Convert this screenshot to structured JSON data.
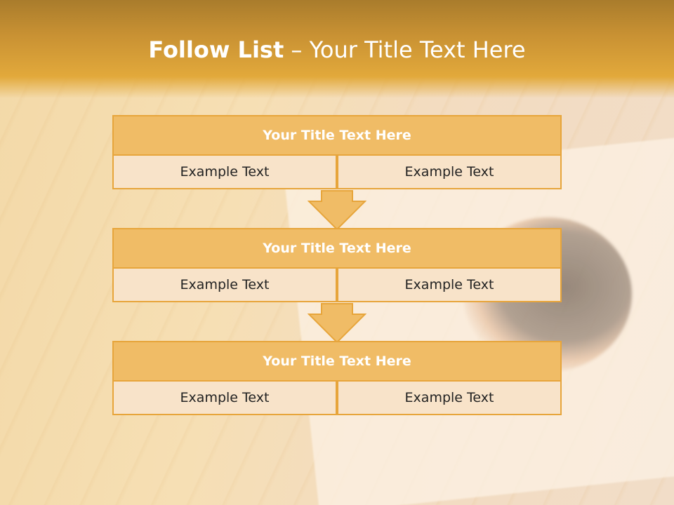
{
  "slide": {
    "title_bold": "Follow List",
    "title_rest": " – Your Title Text Here"
  },
  "steps": [
    {
      "title": "Your Title Text Here",
      "left": "Example Text",
      "right": "Example Text"
    },
    {
      "title": "Your Title Text Here",
      "left": "Example Text",
      "right": "Example Text"
    },
    {
      "title": "Your Title Text Here",
      "left": "Example Text",
      "right": "Example Text"
    }
  ],
  "colors": {
    "header_top": "#a97c2c",
    "header_bottom": "#e2a93b",
    "box_head": "#f0bc66",
    "box_cell": "#f8e3c9",
    "border": "#e7a53b"
  }
}
